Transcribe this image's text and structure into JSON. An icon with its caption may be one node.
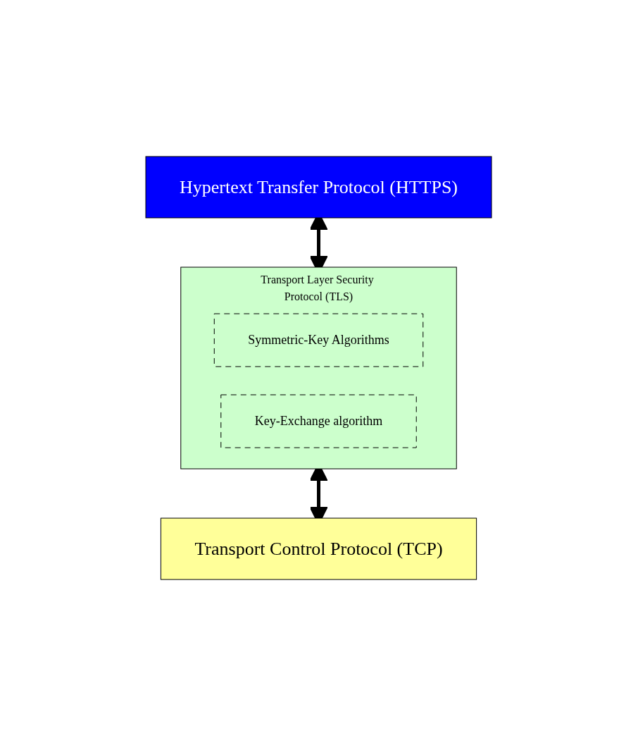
{
  "diagram": {
    "nodes": [
      {
        "text": [
          "Hypertext Transfer Protocol (HTTPS)"
        ]
      },
      {
        "text": [
          "Transport Layer Security Protocol (TLS)"
        ]
      },
      {
        "text": [
          "Symmetric-Key Algorithms"
        ],
        "in": 1
      },
      {
        "text": [
          "Key-Exchange algorithm"
        ],
        "in": 1
      },
      {
        "text": [
          "Transport Control Protocol (TCP)"
        ]
      }
    ],
    "edges": [
      {
        "from": 0,
        "to": 1,
        "arrow": "both"
      },
      {
        "from": 1,
        "to": 4,
        "arrow": "both"
      }
    ]
  }
}
